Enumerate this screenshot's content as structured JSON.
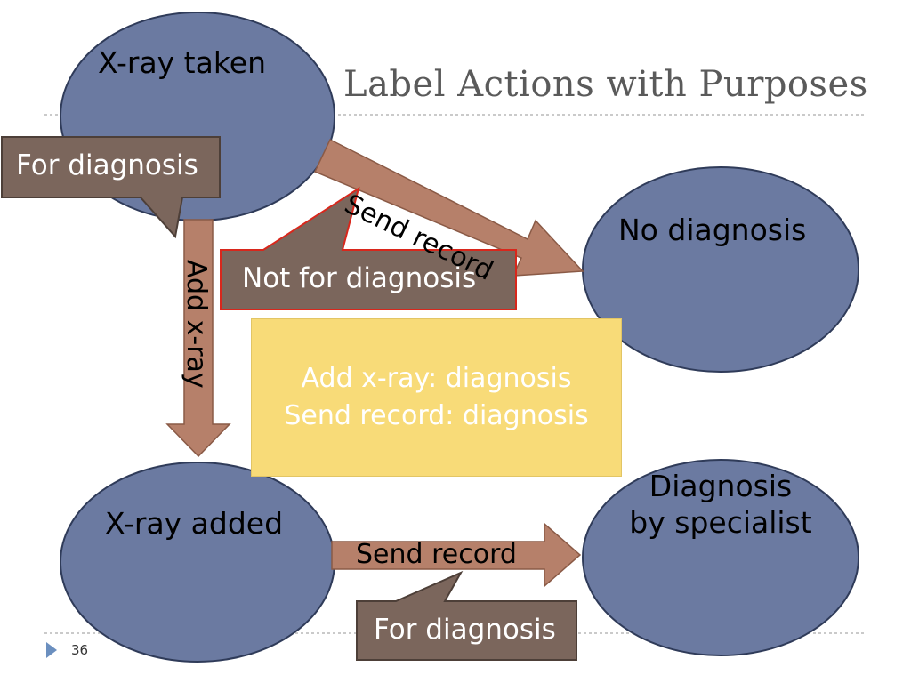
{
  "slide": {
    "title": "Label Actions with Purposes",
    "page_number": "36"
  },
  "nodes": {
    "xray_taken": "X-ray taken",
    "no_diagnosis": "No diagnosis",
    "xray_added": "X-ray added",
    "diagnosis_by_specialist": [
      "Diagnosis",
      "by specialist"
    ]
  },
  "arrows": {
    "send_record_top": "Send record",
    "add_xray": "Add x-ray",
    "send_record_bottom": "Send record"
  },
  "callouts": {
    "for_diagnosis_top": "For diagnosis",
    "not_for_diagnosis": "Not for diagnosis",
    "for_diagnosis_bottom": "For diagnosis"
  },
  "note": {
    "lines": [
      "Add x-ray: diagnosis",
      "Send record: diagnosis"
    ]
  },
  "colors": {
    "state_fill": "#6b7aa1",
    "state_stroke": "#2f3b59",
    "arrow_fill": "#b6806a",
    "arrow_stroke": "#8a5a46",
    "callout_fill": "#7b665c",
    "callout_stroke": "#4d3f38",
    "callout_alert_stroke": "#d8271c",
    "note_fill": "#f8db78"
  }
}
